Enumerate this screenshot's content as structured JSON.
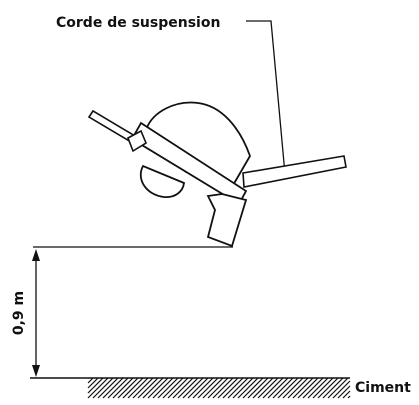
{
  "labels": {
    "rope": "Corde de suspension",
    "height": "0,9 m",
    "ground": "Ciment"
  },
  "colors": {
    "ink": "#111111",
    "paper": "#ffffff"
  }
}
